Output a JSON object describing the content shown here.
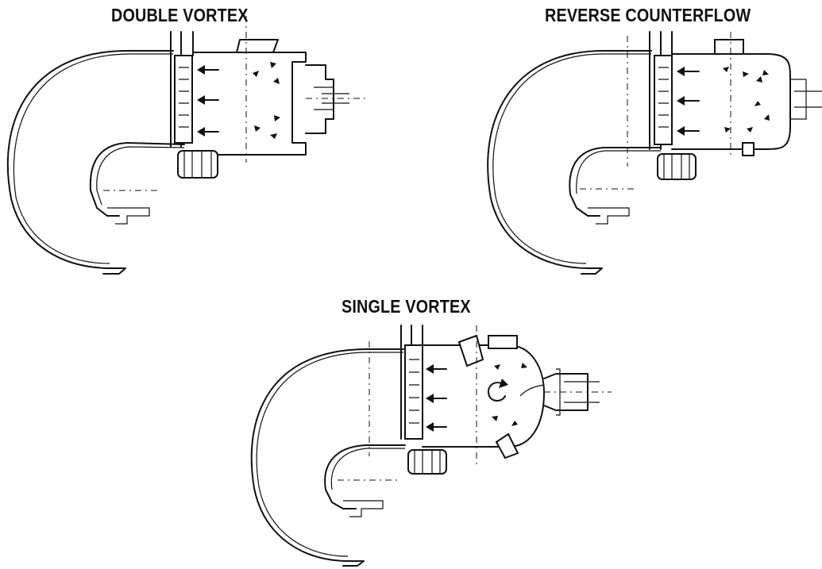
{
  "diagrams": [
    {
      "id": "double",
      "title": "DOUBLE VORTEX"
    },
    {
      "id": "reverse",
      "title": "REVERSE COUNTERFLOW"
    },
    {
      "id": "single",
      "title": "SINGLE VORTEX"
    }
  ]
}
